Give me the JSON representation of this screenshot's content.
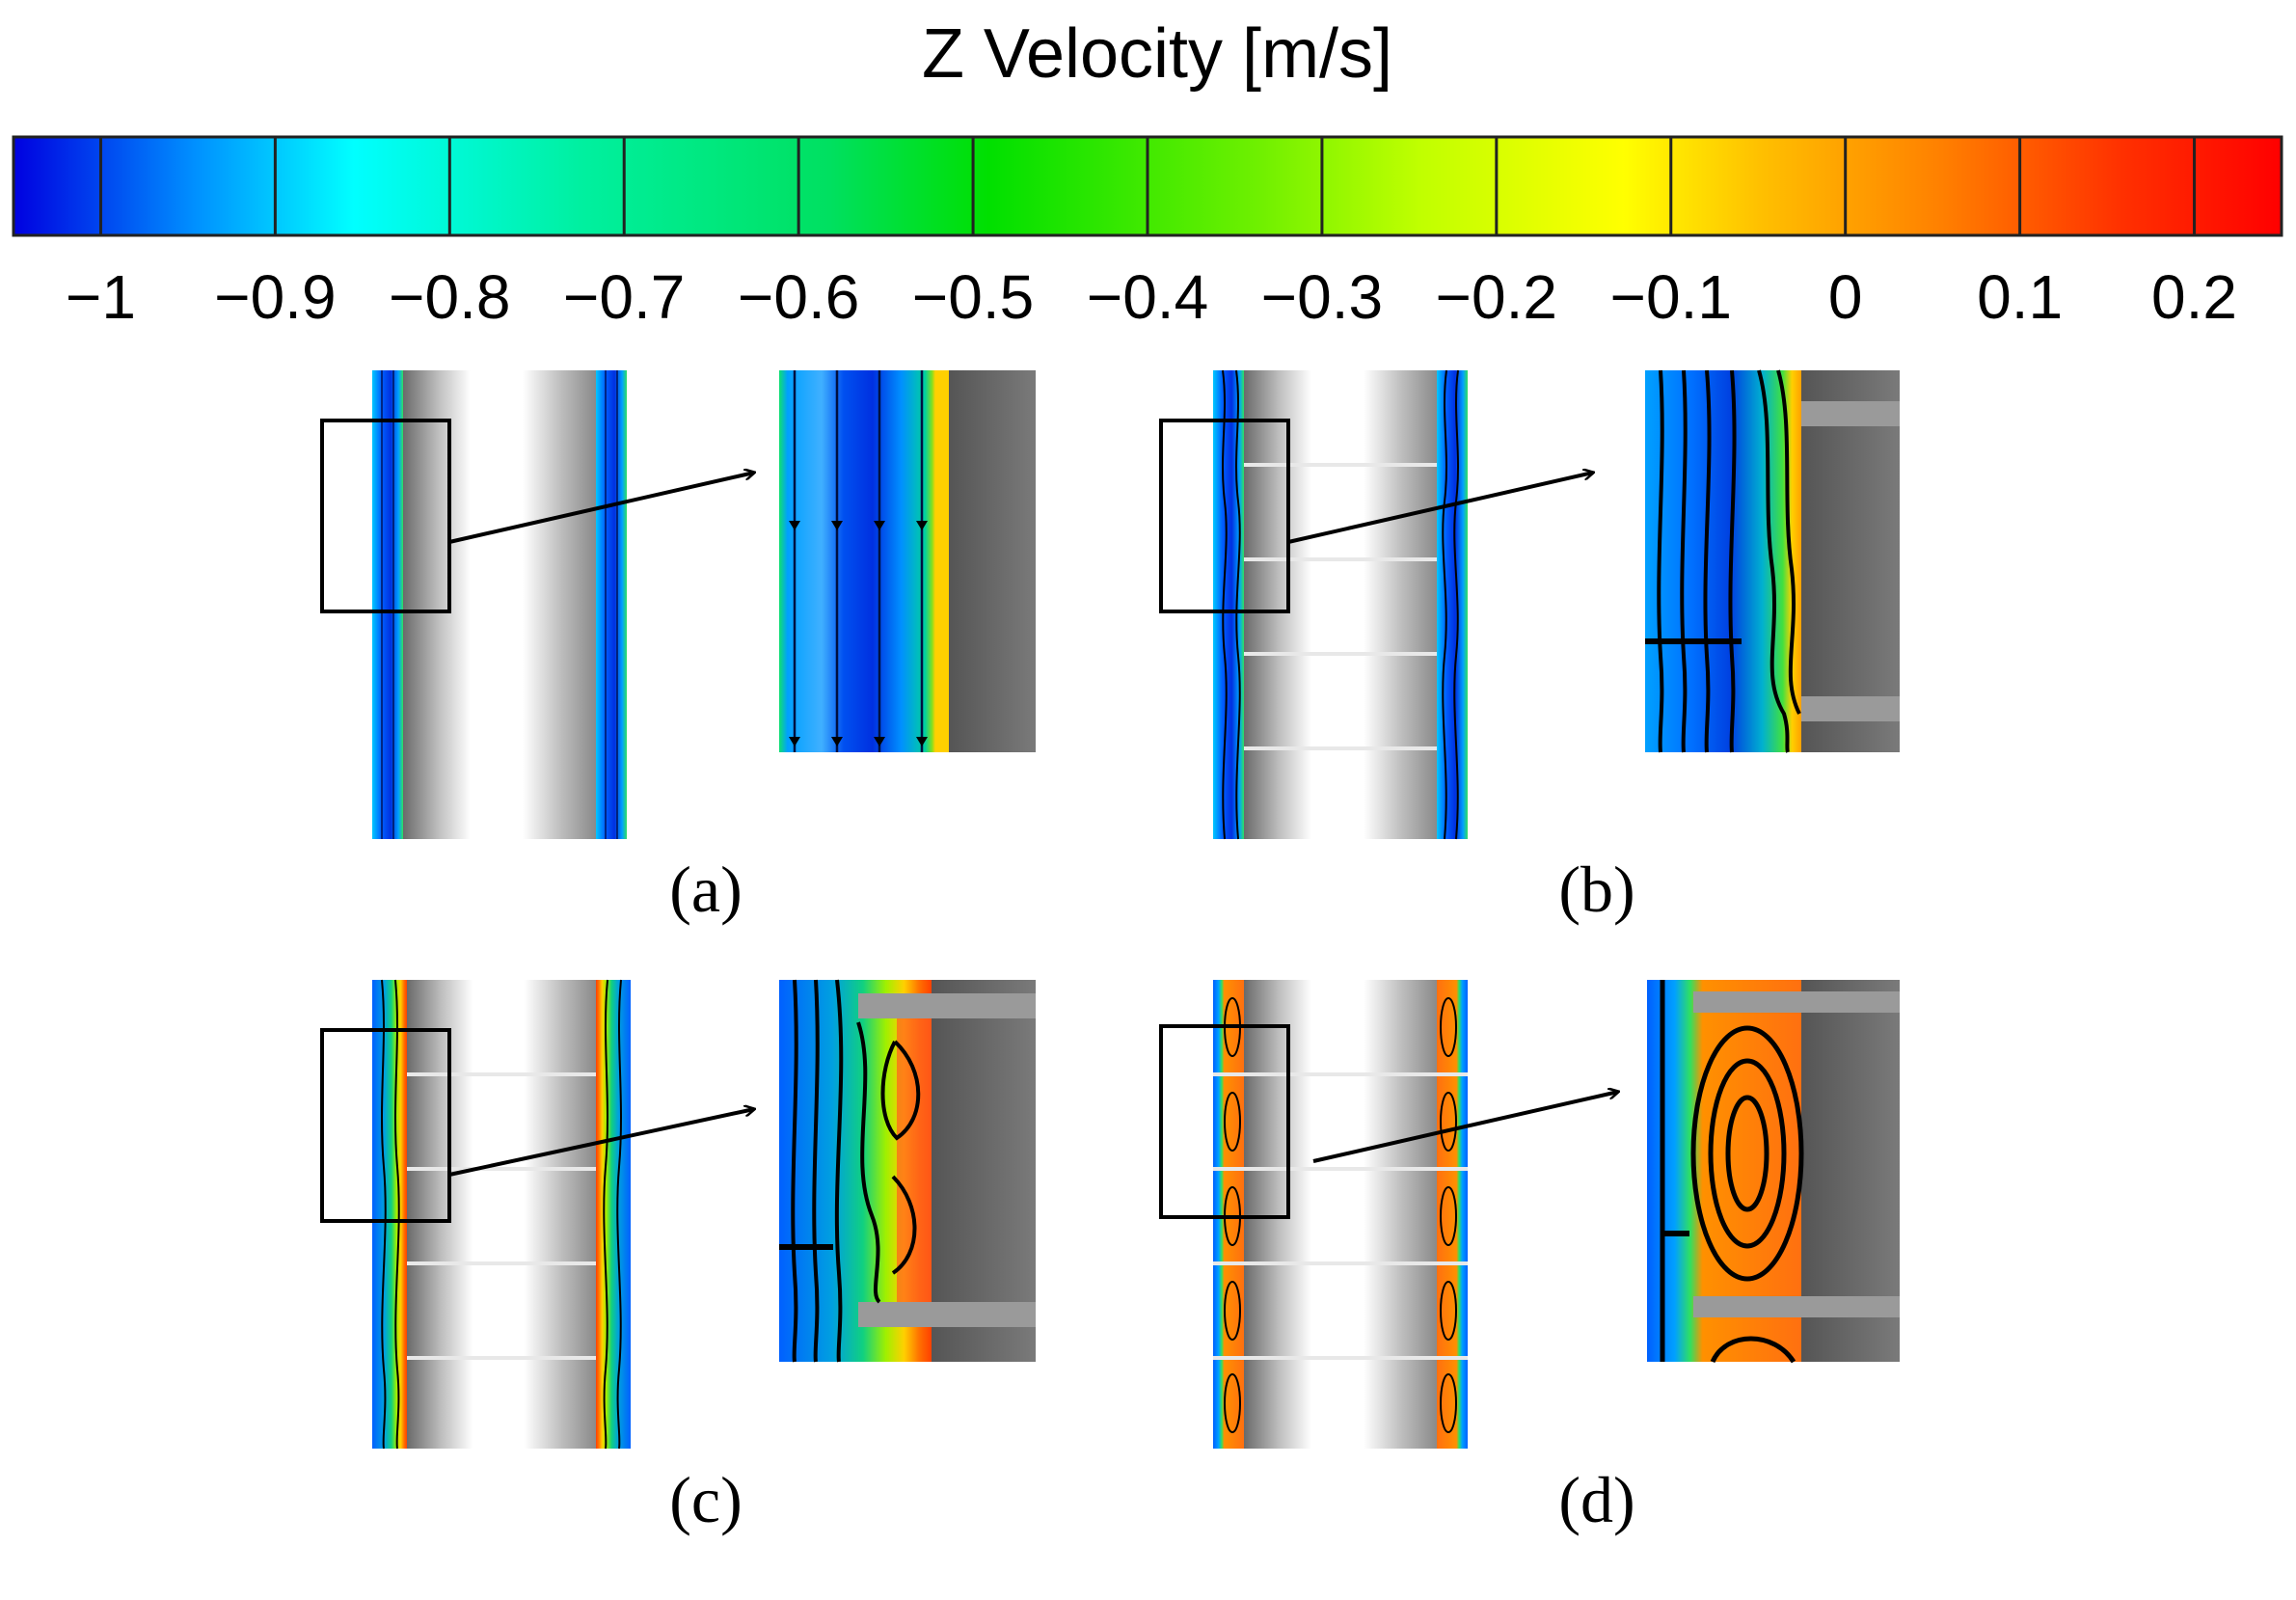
{
  "colorbar": {
    "title": "Z Velocity [m/s]",
    "ticks": [
      "−1",
      "−0.9",
      "−0.8",
      "−0.7",
      "−0.6",
      "−0.5",
      "−0.4",
      "−0.3",
      "−0.2",
      "−0.1",
      "0",
      "0.1",
      "0.2"
    ],
    "min": -1.05,
    "max": 0.25,
    "colors": [
      "#0000ff",
      "#00c8ff",
      "#00ffff",
      "#00ff80",
      "#00e000",
      "#80ff00",
      "#ffff00",
      "#ffb000",
      "#ff6000",
      "#ff0000"
    ]
  },
  "panels": [
    {
      "id": "a",
      "label": "(a)"
    },
    {
      "id": "b",
      "label": "(b)"
    },
    {
      "id": "c",
      "label": "(c)"
    },
    {
      "id": "d",
      "label": "(d)"
    }
  ]
}
